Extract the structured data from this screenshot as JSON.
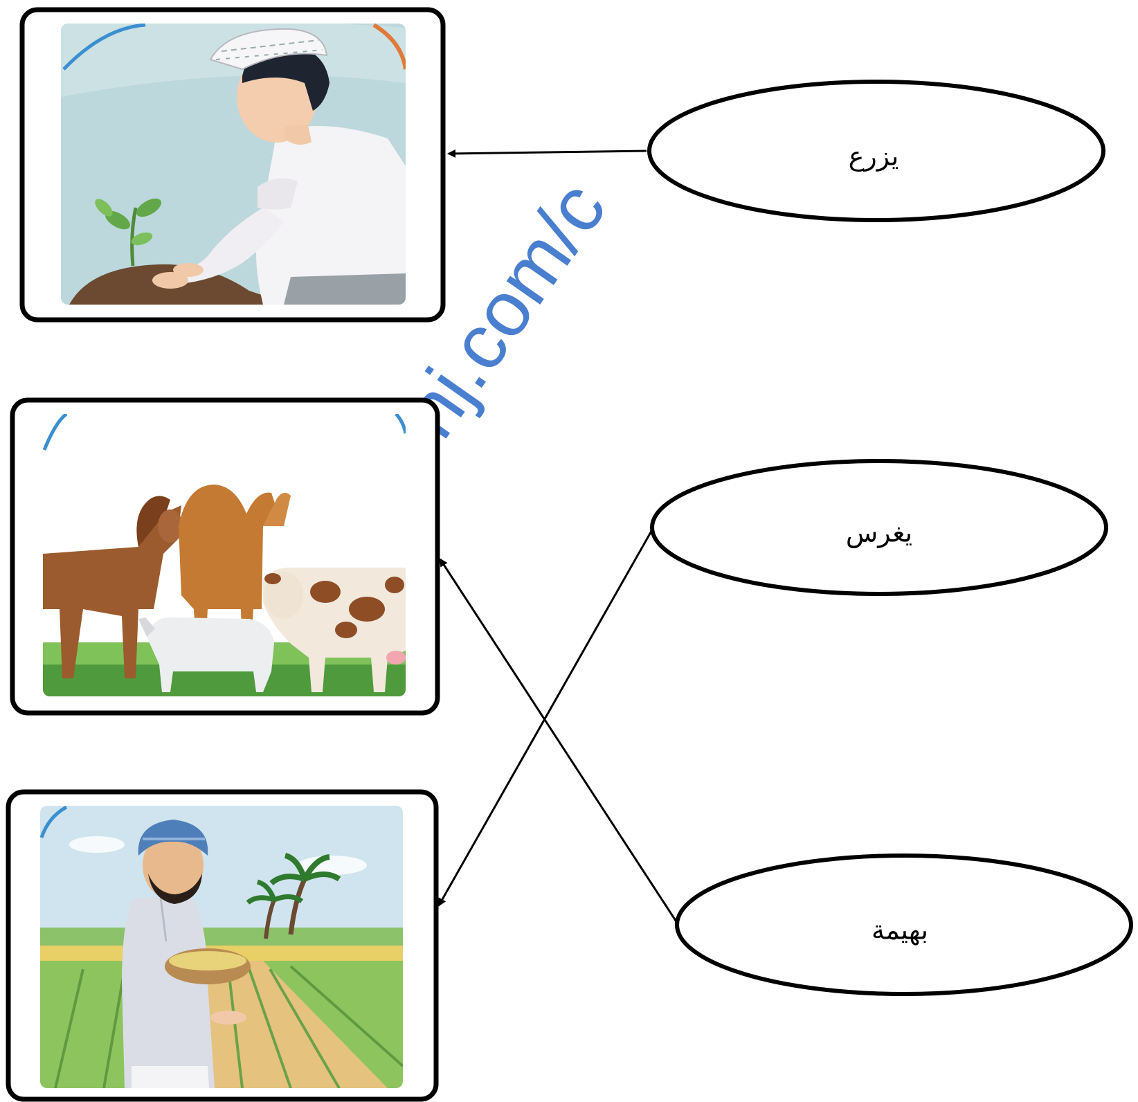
{
  "diagram": {
    "words": [
      {
        "id": "word-1",
        "label": "يزرع"
      },
      {
        "id": "word-2",
        "label": "يغرس"
      },
      {
        "id": "word-3",
        "label": "بهيمة"
      }
    ],
    "pictures": [
      {
        "id": "picture-1",
        "icon": "boy-planting-seedling-icon"
      },
      {
        "id": "picture-2",
        "icon": "farm-animals-icon"
      },
      {
        "id": "picture-3",
        "icon": "farmer-sowing-seeds-icon"
      }
    ],
    "links": [
      {
        "from": "word-1",
        "to": "picture-1"
      },
      {
        "from": "word-2",
        "to": "picture-3"
      },
      {
        "from": "word-3",
        "to": "picture-2"
      }
    ],
    "watermark": "nj.com/c"
  }
}
